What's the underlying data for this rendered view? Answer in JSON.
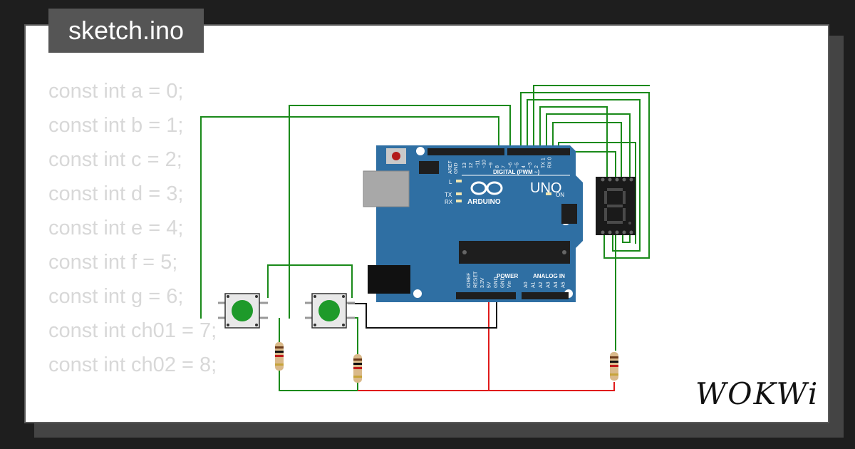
{
  "file_tab": {
    "label": "sketch.ino"
  },
  "code_lines": [
    "const int a = 0;",
    "const int b = 1;",
    "const int c = 2;",
    "const int d = 3;",
    "const int e = 4;",
    "const int f = 5;",
    "const int g = 6;",
    "const int ch01 = 7;",
    "const int ch02 = 8;"
  ],
  "arduino": {
    "model": "UNO",
    "brand": "ARDUINO",
    "digital_label": "DIGITAL (PWM ~)",
    "power_label": "POWER",
    "analog_label": "ANALOG IN",
    "aref": "AREF",
    "gnd": "GND",
    "l_label": "L",
    "tx_label": "TX",
    "rx_label": "RX",
    "on_label": "ON",
    "digital_pins": [
      "13",
      "12",
      "~11",
      "~10",
      "~9",
      "8",
      "7",
      "~6",
      "~5",
      "4",
      "~3",
      "2",
      "TX 1",
      "RX 0"
    ],
    "power_pins": [
      "IOREF",
      "RESET",
      "3.3V",
      "5V",
      "GND",
      "GND",
      "Vin"
    ],
    "analog_pins": [
      "A0",
      "A1",
      "A2",
      "A3",
      "A4",
      "A5"
    ]
  },
  "logo": {
    "text": "WOKWi"
  },
  "colors": {
    "board": "#2f6fa3",
    "wire_green": "#1a8a1a",
    "wire_red": "#e01b1b",
    "wire_black": "#111111",
    "button_cap": "#1e9a2a",
    "code_text": "#d8d8d8",
    "tab_bg": "#555555"
  }
}
